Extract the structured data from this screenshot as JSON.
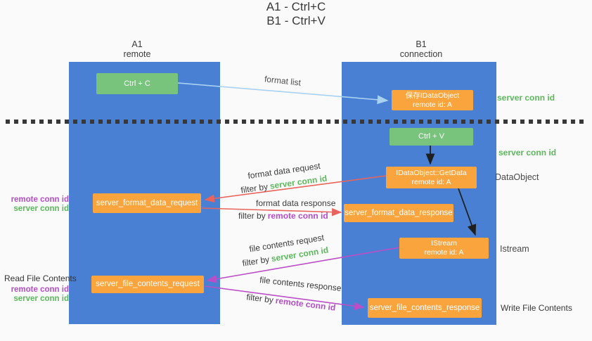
{
  "title": {
    "line1": "A1 - Ctrl+C",
    "line2": "B1 - Ctrl+V"
  },
  "lanes": {
    "left": {
      "name": "A1",
      "role": "remote"
    },
    "right": {
      "name": "B1",
      "role": "connection"
    }
  },
  "nodes": {
    "ctrl_c": {
      "label": "Ctrl + C"
    },
    "ctrl_v": {
      "label": "Ctrl + V"
    },
    "save_idataobject": {
      "line1": "保存IDataObject",
      "line2": "remote id: A"
    },
    "getdata": {
      "line1": "IDataObject::GetData",
      "line2": "remote id: A"
    },
    "istream": {
      "line1": "IStream",
      "line2": "remote id: A"
    },
    "format_request": {
      "label": "server_format_data_request"
    },
    "format_response": {
      "label": "server_format_data_response"
    },
    "file_request": {
      "label": "server_file_contents_request"
    },
    "file_response": {
      "label": "server_file_contents_response"
    }
  },
  "edge_labels": {
    "format_list": "format list",
    "format_data_request": "format data request",
    "format_data_response": "format data response",
    "file_contents_request": "file contents request",
    "file_contents_response": "file contents response",
    "filter_by": "filter by",
    "server_conn_id": "server conn id",
    "remote_conn_id": "remote conn id"
  },
  "side_labels": {
    "server_conn_id_top": "server conn id",
    "server_conn_id_mid": "server conn id",
    "dataobject": "DataObject",
    "istream": "Istream",
    "write_file_contents": "Write File Contents",
    "read_file_contents": "Read File Contents",
    "remote_conn_id": "remote conn id",
    "server_conn_id": "server conn id"
  },
  "colors": {
    "lane_blue": "#4a80d4",
    "action_green": "#79c47d",
    "object_orange": "#f9a43c",
    "green_text": "#5cb85c",
    "purple_text": "#b44ec6",
    "red_arrow": "#e8645c",
    "purple_arrow": "#bb4ec6",
    "light_blue_arrow": "#a8d2f0",
    "black_arrow": "#1f1f1f",
    "background": "#fafafa"
  }
}
